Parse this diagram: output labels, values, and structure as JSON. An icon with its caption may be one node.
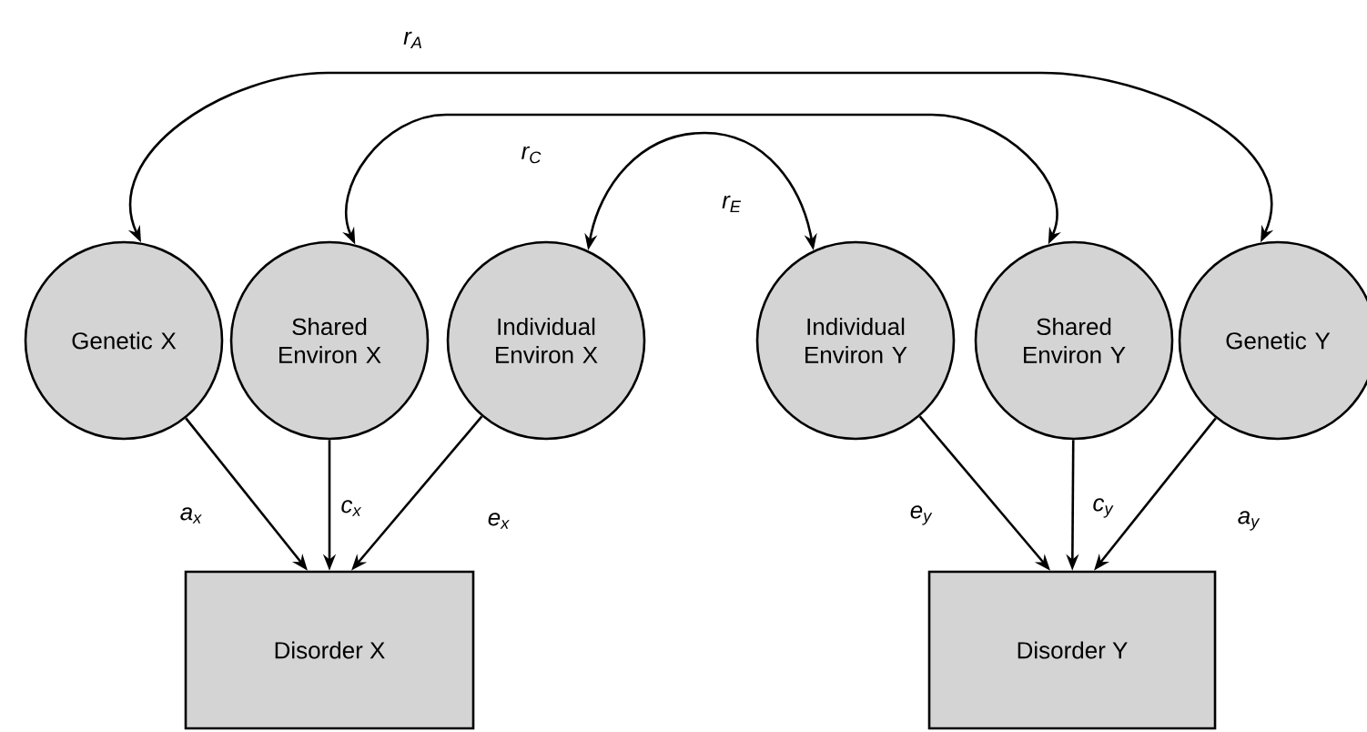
{
  "diagram": {
    "nodes": [
      {
        "text": [
          "Genetic X"
        ]
      },
      {
        "text": [
          "Shared Environ X"
        ]
      },
      {
        "text": [
          "Individual Environ X"
        ]
      },
      {
        "text": [
          "Individual Environ Y"
        ]
      },
      {
        "text": [
          "Shared Environ Y"
        ]
      },
      {
        "text": [
          "Genetic Y"
        ]
      },
      {
        "text": [
          "Disorder X"
        ]
      },
      {
        "text": [
          "Disorder Y"
        ]
      }
    ],
    "edges": [
      {
        "from": 0,
        "to": 5,
        "arrow": "both",
        "label": "r$_{A}$"
      },
      {
        "from": 1,
        "to": 4,
        "arrow": "both",
        "label": "r$_{C}$"
      },
      {
        "from": 2,
        "to": 3,
        "arrow": "both",
        "label": "r$_{E}$"
      },
      {
        "from": 0,
        "to": 6,
        "arrow": "to",
        "label": "a$_{x}$"
      },
      {
        "from": 1,
        "to": 6,
        "arrow": "to",
        "label": "c$_{x}$"
      },
      {
        "from": 2,
        "to": 6,
        "arrow": "to",
        "label": "e$_{x}$"
      },
      {
        "from": 3,
        "to": 7,
        "arrow": "to",
        "label": "e$_{y}$"
      },
      {
        "from": 4,
        "to": 7,
        "arrow": "to",
        "label": "c$_{y}$"
      },
      {
        "from": 5,
        "to": 7,
        "arrow": "to",
        "label": "a$_{y}$"
      }
    ]
  }
}
